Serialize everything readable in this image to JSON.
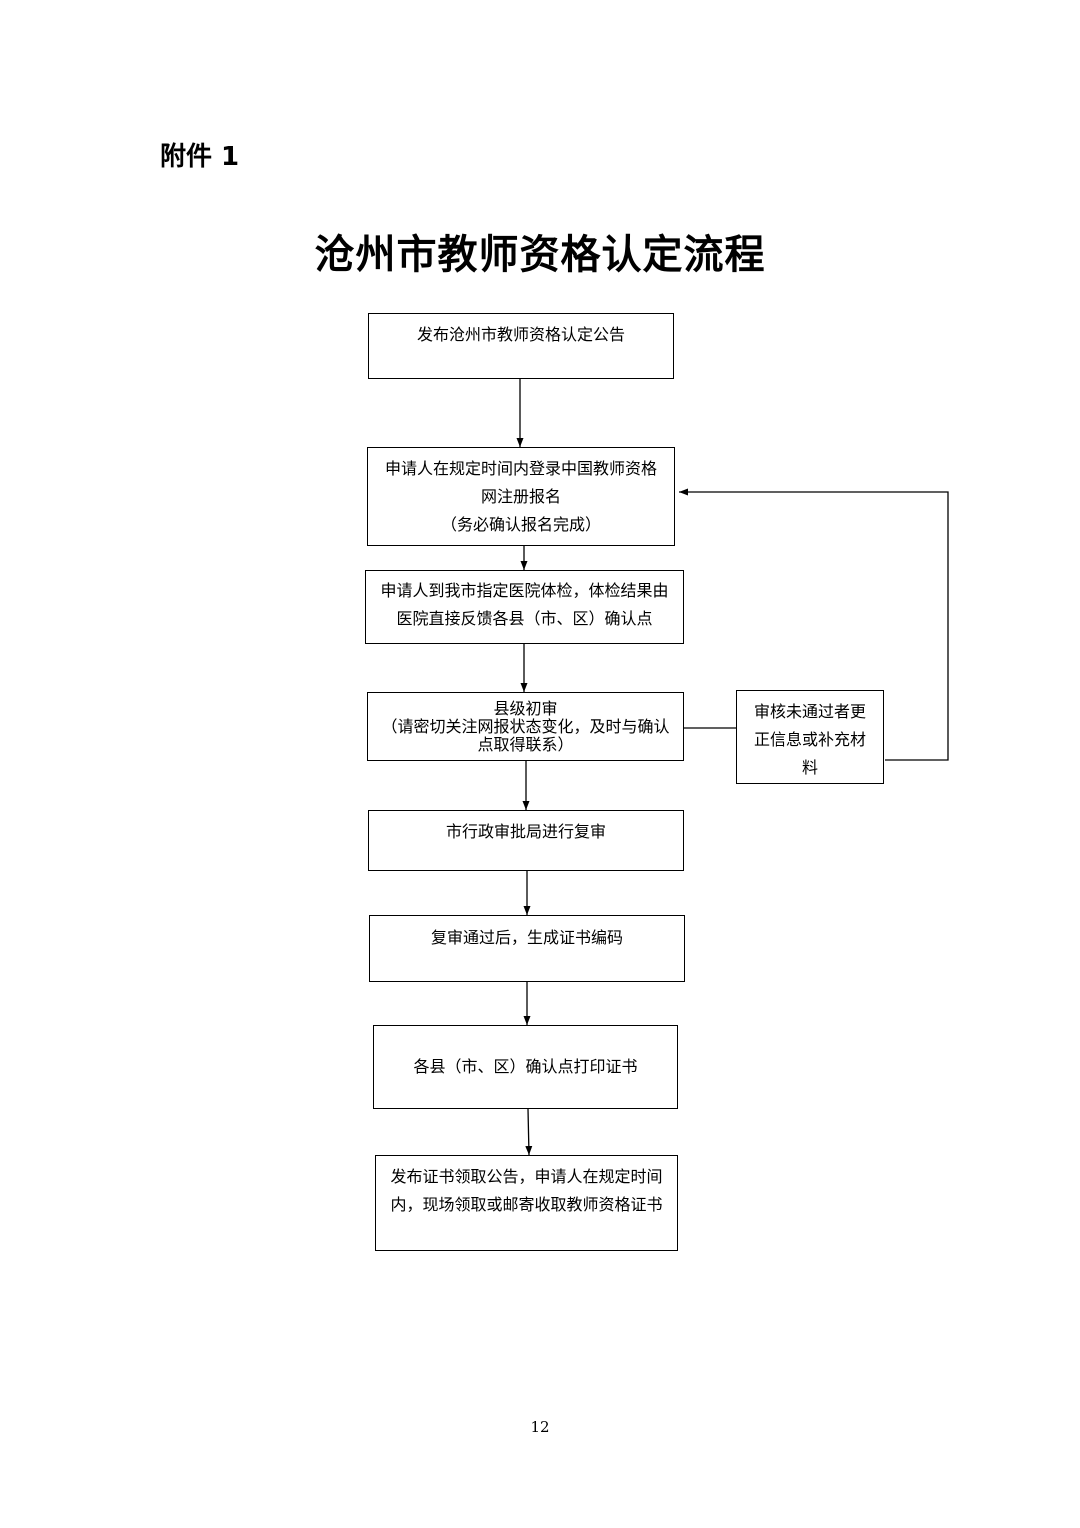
{
  "header": {
    "attachment": "附件 1"
  },
  "title": "沧州市教师资格认定流程",
  "steps": [
    {
      "id": "announce",
      "lines": [
        "发布沧州市教师资格认定公告"
      ]
    },
    {
      "id": "register",
      "lines": [
        "申请人在规定时间内登录中国教师资格",
        "网注册报名",
        "（务必确认报名完成）"
      ]
    },
    {
      "id": "medical",
      "lines": [
        "申请人到我市指定医院体检，体检结果由",
        "医院直接反馈各县（市、区）确认点"
      ]
    },
    {
      "id": "county-review",
      "lines": [
        "县级初审",
        "（请密切关注网报状态变化，及时与确认",
        "点取得联系）"
      ]
    },
    {
      "id": "city-review",
      "lines": [
        "市行政审批局进行复审"
      ]
    },
    {
      "id": "cert-code",
      "lines": [
        "复审通过后，生成证书编码"
      ]
    },
    {
      "id": "print",
      "lines": [
        "各县（市、区）确认点打印证书"
      ]
    },
    {
      "id": "collect",
      "lines": [
        "发布证书领取公告，申请人在规定时间",
        "内，现场领取或邮寄收取教师资格证书"
      ]
    }
  ],
  "side_box": {
    "id": "fail",
    "lines": [
      "审核未通过者更",
      "正信息或补充材",
      "料"
    ]
  },
  "page_number": "12"
}
